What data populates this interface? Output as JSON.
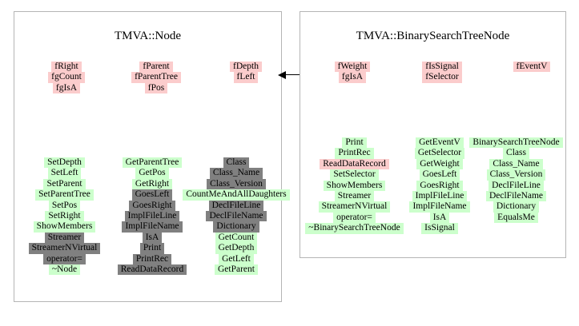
{
  "diagram": {
    "title_left": "TMVA::Node",
    "title_right": "TMVA::BinarySearchTreeNode",
    "colors": {
      "attribute_pink": "#fbcccc",
      "method_green": "#ccffcc",
      "inherited_gray": "#808080",
      "box_border": "#b5b5b5",
      "background": "#ffffff",
      "text": "#000000"
    },
    "relationship": {
      "type": "inheritance-arrow",
      "direction": "right-to-left",
      "from": "TMVA::BinarySearchTreeNode",
      "to": "TMVA::Node"
    }
  },
  "classes": [
    {
      "name": "TMVA::Node",
      "attributes": [
        {
          "column": 1,
          "items": [
            {
              "label": "fRight",
              "color": "pink"
            },
            {
              "label": "fgCount",
              "color": "pink"
            },
            {
              "label": "fgIsA",
              "color": "pink"
            }
          ]
        },
        {
          "column": 2,
          "items": [
            {
              "label": "fParent",
              "color": "pink"
            },
            {
              "label": "fParentTree",
              "color": "pink"
            },
            {
              "label": "fPos",
              "color": "pink"
            }
          ]
        },
        {
          "column": 3,
          "items": [
            {
              "label": "fDepth",
              "color": "pink"
            },
            {
              "label": "fLeft",
              "color": "pink"
            }
          ]
        }
      ],
      "methods": [
        {
          "column": 1,
          "items": [
            {
              "label": "SetDepth",
              "color": "green"
            },
            {
              "label": "SetLeft",
              "color": "green"
            },
            {
              "label": "SetParent",
              "color": "green"
            },
            {
              "label": "SetParentTree",
              "color": "green"
            },
            {
              "label": "SetPos",
              "color": "green"
            },
            {
              "label": "SetRight",
              "color": "green"
            },
            {
              "label": "ShowMembers",
              "color": "green"
            },
            {
              "label": "Streamer",
              "color": "gray"
            },
            {
              "label": "StreamerNVirtual",
              "color": "gray"
            },
            {
              "label": "operator=",
              "color": "gray"
            },
            {
              "label": "~Node",
              "color": "green"
            }
          ]
        },
        {
          "column": 2,
          "items": [
            {
              "label": "GetParentTree",
              "color": "green"
            },
            {
              "label": "GetPos",
              "color": "green"
            },
            {
              "label": "GetRight",
              "color": "green"
            },
            {
              "label": "GoesLeft",
              "color": "gray"
            },
            {
              "label": "GoesRight",
              "color": "gray"
            },
            {
              "label": "ImplFileLine",
              "color": "gray"
            },
            {
              "label": "ImplFileName",
              "color": "gray"
            },
            {
              "label": "IsA",
              "color": "gray"
            },
            {
              "label": "Print",
              "color": "gray"
            },
            {
              "label": "PrintRec",
              "color": "gray"
            },
            {
              "label": "ReadDataRecord",
              "color": "gray"
            }
          ]
        },
        {
          "column": 3,
          "items": [
            {
              "label": "Class",
              "color": "gray"
            },
            {
              "label": "Class_Name",
              "color": "gray"
            },
            {
              "label": "Class_Version",
              "color": "gray"
            },
            {
              "label": "CountMeAndAllDaughters",
              "color": "green"
            },
            {
              "label": "DeclFileLine",
              "color": "gray"
            },
            {
              "label": "DeclFileName",
              "color": "gray"
            },
            {
              "label": "Dictionary",
              "color": "gray"
            },
            {
              "label": "GetCount",
              "color": "green"
            },
            {
              "label": "GetDepth",
              "color": "green"
            },
            {
              "label": "GetLeft",
              "color": "green"
            },
            {
              "label": "GetParent",
              "color": "green"
            }
          ]
        }
      ]
    },
    {
      "name": "TMVA::BinarySearchTreeNode",
      "attributes": [
        {
          "column": 1,
          "items": [
            {
              "label": "fWeight",
              "color": "pink"
            },
            {
              "label": "fgIsA",
              "color": "pink"
            }
          ]
        },
        {
          "column": 2,
          "items": [
            {
              "label": "fIsSignal",
              "color": "pink"
            },
            {
              "label": "fSelector",
              "color": "pink"
            }
          ]
        },
        {
          "column": 3,
          "items": [
            {
              "label": "fEventV",
              "color": "pink"
            }
          ]
        }
      ],
      "methods": [
        {
          "column": 1,
          "items": [
            {
              "label": "Print",
              "color": "green"
            },
            {
              "label": "PrintRec",
              "color": "green"
            },
            {
              "label": "ReadDataRecord",
              "color": "pink"
            },
            {
              "label": "SetSelector",
              "color": "green"
            },
            {
              "label": "ShowMembers",
              "color": "green"
            },
            {
              "label": "Streamer",
              "color": "green"
            },
            {
              "label": "StreamerNVirtual",
              "color": "green"
            },
            {
              "label": "operator=",
              "color": "green"
            },
            {
              "label": "~BinarySearchTreeNode",
              "color": "green"
            }
          ]
        },
        {
          "column": 2,
          "items": [
            {
              "label": "GetEventV",
              "color": "green"
            },
            {
              "label": "GetSelector",
              "color": "green"
            },
            {
              "label": "GetWeight",
              "color": "green"
            },
            {
              "label": "GoesLeft",
              "color": "green"
            },
            {
              "label": "GoesRight",
              "color": "green"
            },
            {
              "label": "ImplFileLine",
              "color": "green"
            },
            {
              "label": "ImplFileName",
              "color": "green"
            },
            {
              "label": "IsA",
              "color": "green"
            },
            {
              "label": "IsSignal",
              "color": "green"
            }
          ]
        },
        {
          "column": 3,
          "items": [
            {
              "label": "BinarySearchTreeNode",
              "color": "green"
            },
            {
              "label": "Class",
              "color": "green"
            },
            {
              "label": "Class_Name",
              "color": "green"
            },
            {
              "label": "Class_Version",
              "color": "green"
            },
            {
              "label": "DeclFileLine",
              "color": "green"
            },
            {
              "label": "DeclFileName",
              "color": "green"
            },
            {
              "label": "Dictionary",
              "color": "green"
            },
            {
              "label": "EqualsMe",
              "color": "green"
            }
          ]
        }
      ]
    }
  ]
}
